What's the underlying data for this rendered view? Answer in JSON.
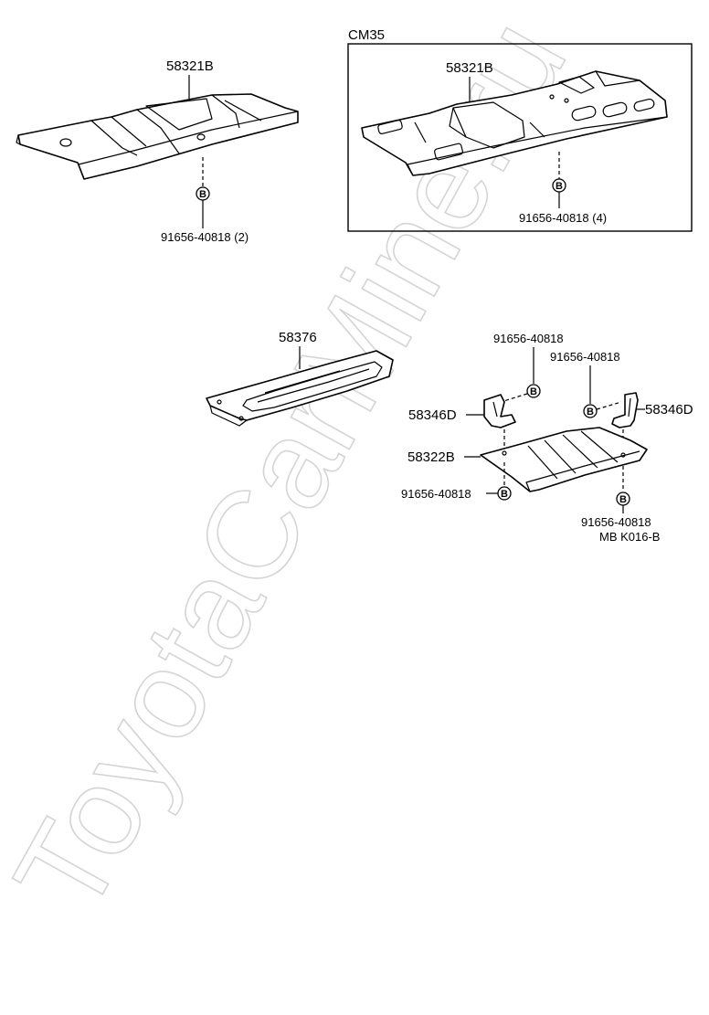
{
  "watermark": "ToyotaCarMine.ru",
  "bolt_symbol": "B",
  "top_left": {
    "part_label": "58321B",
    "bolt_label": "91656-40818 (2)"
  },
  "top_right": {
    "variant_label": "CM35",
    "part_label": "58321B",
    "bolt_label": "91656-40818 (4)"
  },
  "bottom": {
    "panel_label": "58376",
    "bolt_label_1": "91656-40818",
    "bolt_label_2": "91656-40818",
    "bracket_left_label": "58346D",
    "bracket_right_label": "58346D",
    "cover_label": "58322B",
    "bolt_label_3": "91656-40818",
    "bolt_label_4": "91656-40818",
    "catalog_code": "MB  K016-B"
  }
}
